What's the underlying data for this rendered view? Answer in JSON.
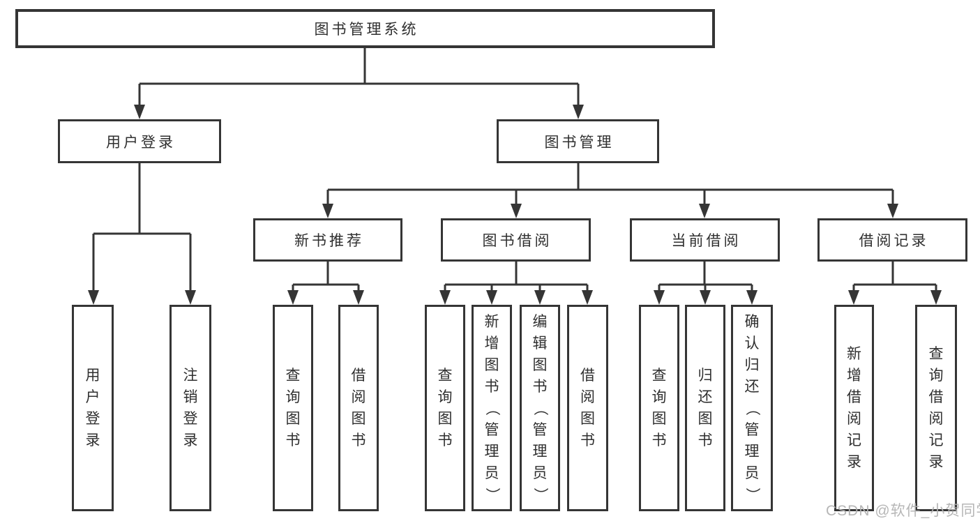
{
  "diagram": {
    "root": {
      "label": "图书管理系统"
    },
    "login": {
      "label": "用户登录",
      "children": [
        {
          "label": "用户登录"
        },
        {
          "label": "注销登录"
        }
      ]
    },
    "management": {
      "label": "图书管理",
      "sections": [
        {
          "label": "新书推荐",
          "children": [
            {
              "label": "查询图书"
            },
            {
              "label": "借阅图书"
            }
          ]
        },
        {
          "label": "图书借阅",
          "children": [
            {
              "label": "查询图书"
            },
            {
              "label": "新增图书（管理员）"
            },
            {
              "label": "编辑图书（管理员）"
            },
            {
              "label": "借阅图书"
            }
          ]
        },
        {
          "label": "当前借阅",
          "children": [
            {
              "label": "查询图书"
            },
            {
              "label": "归还图书"
            },
            {
              "label": "确认归还（管理员）"
            }
          ]
        },
        {
          "label": "借阅记录",
          "children": [
            {
              "label": "新增借阅记录"
            },
            {
              "label": "查询借阅记录"
            }
          ]
        }
      ]
    }
  },
  "watermark": {
    "text": "CSDN @软件_小贺同学"
  },
  "colors": {
    "line": "#353535",
    "text": "#2f2f2f",
    "background": "#ffffff",
    "watermark": "#b3b3b3"
  }
}
